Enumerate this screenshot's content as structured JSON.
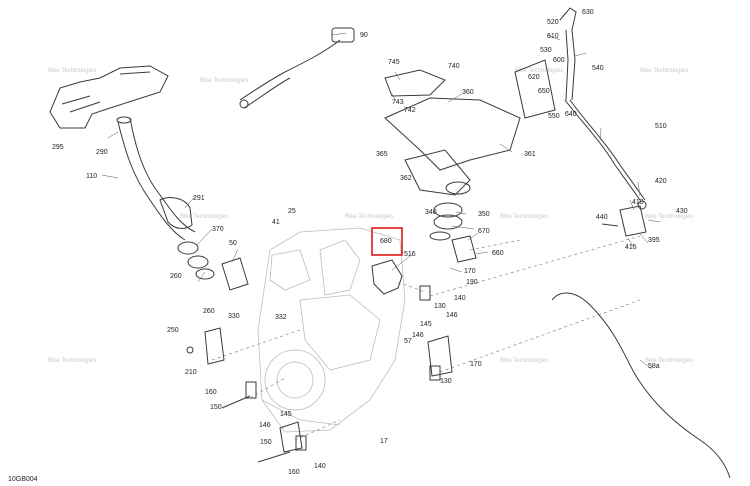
{
  "diagram": {
    "doc_id": "10GB004",
    "highlight_callout": "680",
    "watermark_text": "Bike Technologies",
    "callouts": [
      "630",
      "520",
      "610",
      "530",
      "90",
      "540",
      "745",
      "740",
      "600",
      "620",
      "650",
      "742",
      "743",
      "360",
      "295",
      "550",
      "640",
      "510",
      "290",
      "365",
      "361",
      "110",
      "362",
      "291",
      "420",
      "410",
      "25",
      "440",
      "340",
      "350",
      "430",
      "395",
      "415",
      "41",
      "670",
      "50",
      "370",
      "660",
      "260",
      "516",
      "170",
      "190",
      "130",
      "140",
      "330",
      "332",
      "260",
      "250",
      "145",
      "146",
      "57",
      "146",
      "170",
      "210",
      "130",
      "150",
      "160",
      "58a",
      "145",
      "146",
      "150",
      "17",
      "160",
      "140"
    ]
  }
}
